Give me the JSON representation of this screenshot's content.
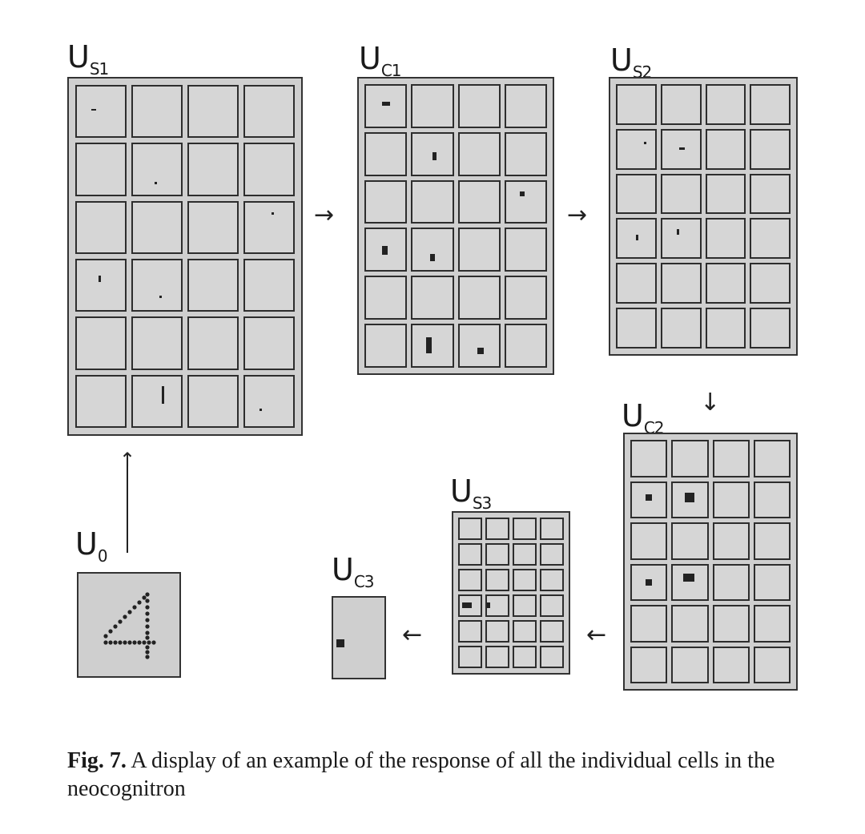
{
  "figure": {
    "layers": [
      {
        "id": "us1",
        "label_main": "U",
        "label_sub": "S1"
      },
      {
        "id": "uc1",
        "label_main": "U",
        "label_sub": "C1"
      },
      {
        "id": "us2",
        "label_main": "U",
        "label_sub": "S2"
      },
      {
        "id": "uc2",
        "label_main": "U",
        "label_sub": "C2"
      },
      {
        "id": "us3",
        "label_main": "U",
        "label_sub": "S3"
      },
      {
        "id": "uc3",
        "label_main": "U",
        "label_sub": "C3"
      },
      {
        "id": "u0",
        "label_main": "U",
        "label_sub": "0"
      }
    ],
    "input_digit": "4",
    "arrows": {
      "right": "→",
      "left": "←",
      "down": "↓",
      "up": "↑"
    }
  },
  "caption": {
    "fig_label": "Fig. 7.",
    "text": "A display of an example of the response of all the individual cells in the neocognitron"
  }
}
